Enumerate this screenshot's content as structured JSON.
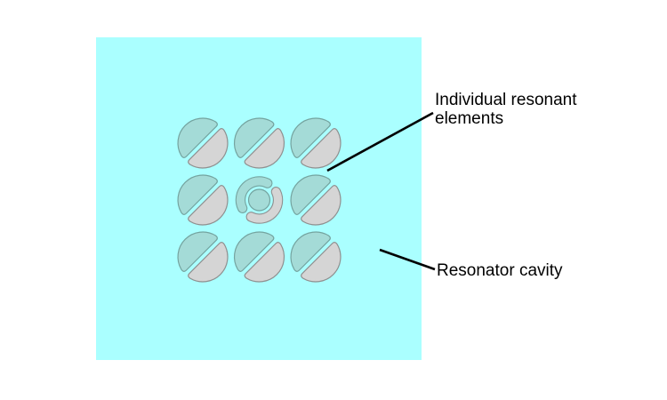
{
  "figure": {
    "labels": {
      "individual_elements": {
        "line1": "Individual resonant",
        "line2": "elements"
      },
      "cavity": {
        "text": "Resonator cavity"
      }
    },
    "diagram": {
      "grid": "3x3",
      "standard_element": "circle split by diagonal slot into teal and gray half-discs",
      "center_element": "split-ring resonator with inner disc"
    },
    "colors": {
      "background": "#ffffff",
      "cavity": "#aaffff",
      "element_teal": "#a4dbd7",
      "element_gray": "#d5d5d5",
      "outline_teal": "#74a39f",
      "outline_gray": "#8f8f8f",
      "leader_line": "#000000",
      "text": "#000000"
    }
  }
}
